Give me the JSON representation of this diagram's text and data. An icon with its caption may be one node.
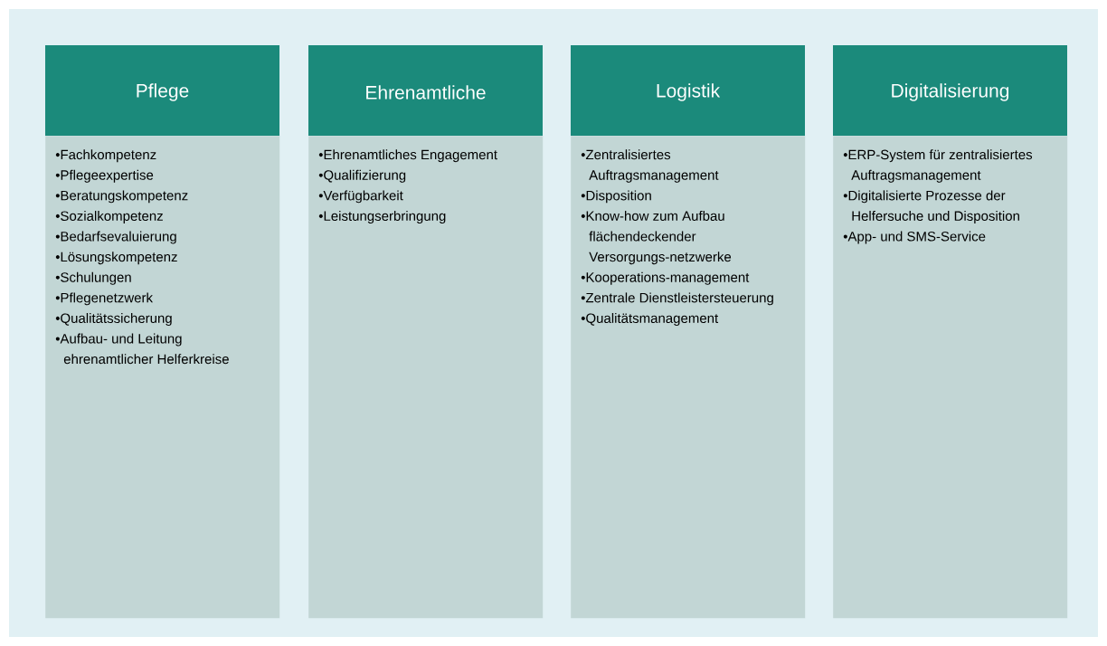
{
  "diagram": {
    "nodes": [
      {
        "text": [
          "Pflege",
          "•Fachkompetenz",
          "•Pflegeexpertise",
          "•Beratungskompetenz",
          "•Sozialkompetenz",
          "•Bedarfsevaluierung",
          "•Lösungskompetenz",
          "•Schulungen",
          "•Pflegenetzwerk",
          "•Qualitätssicherung",
          "•Aufbau- und Leitung ehrenamtlicher Helferkreise"
        ]
      },
      {
        "text": [
          "Ehrenamtliche",
          "•Ehrenamtliches Engagement",
          "•Qualifizierung",
          "•Verfügbarkeit",
          "•Leistungserbringung"
        ]
      },
      {
        "text": [
          "Logistik",
          "•Zentralisiertes Auftragsmanagement",
          "•Disposition",
          "•Know-how zum Aufbau flächendeckender Versorgungs-netzwerke",
          "•Kooperations-management",
          "•Zentrale Dienstleistersteuerung",
          "•Qualitätsmanagement"
        ]
      },
      {
        "text": [
          "Digitalisierung",
          "•ERP-System für zentralisiertes Auftragsmanagement",
          "•Digitalisierte Prozesse der Helfersuche und Disposition",
          "•App- und SMS-Service"
        ]
      }
    ]
  }
}
